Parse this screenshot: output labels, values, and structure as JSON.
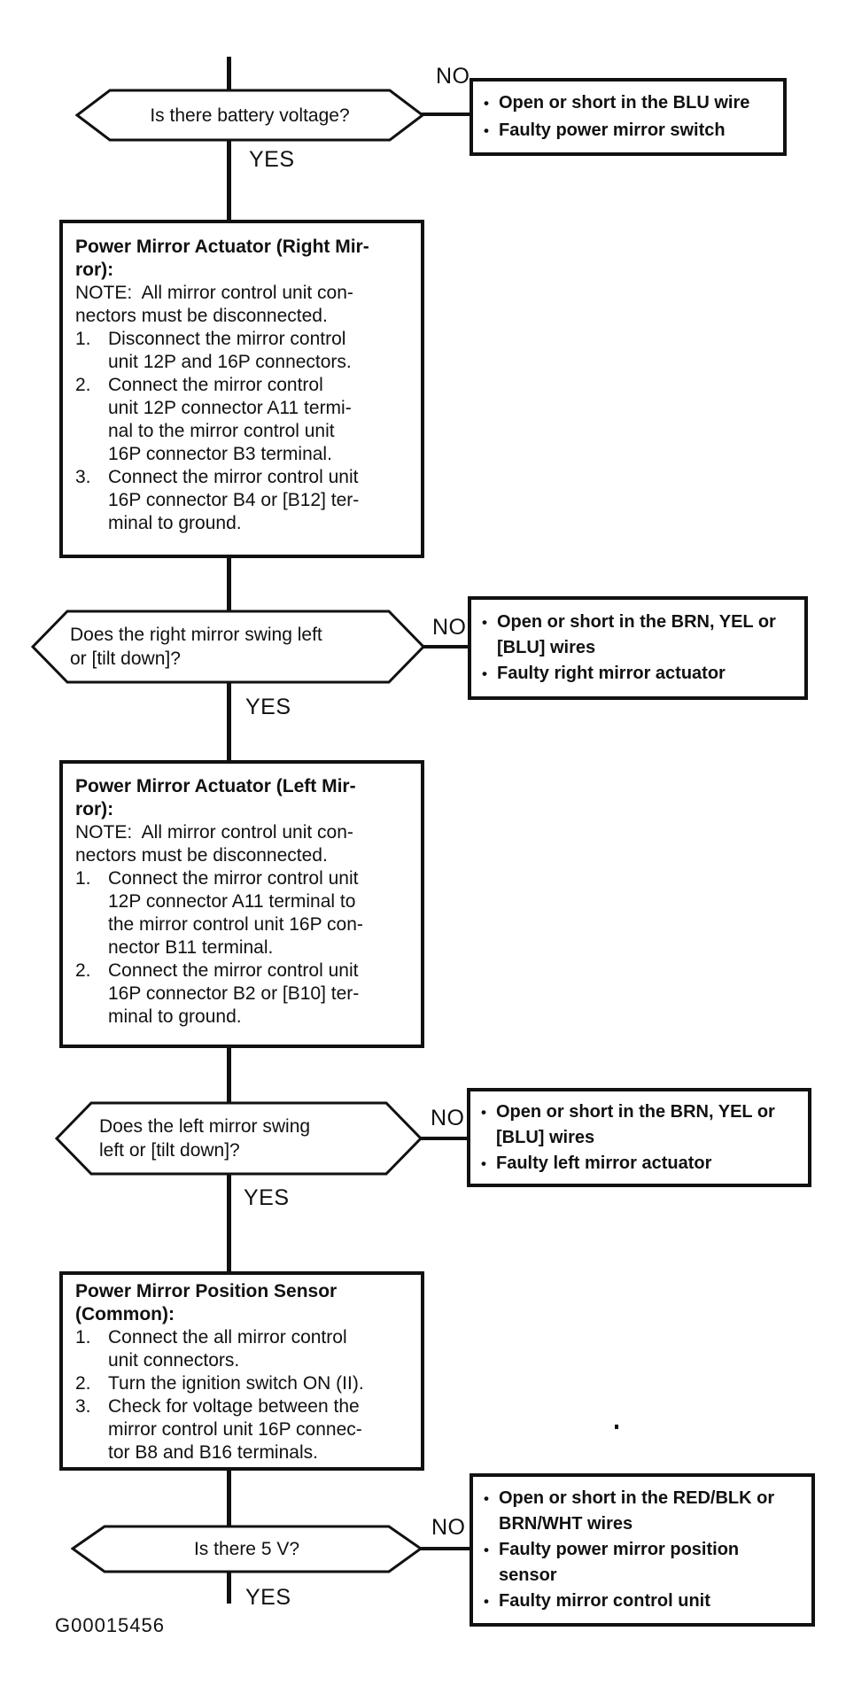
{
  "colors": {
    "ink": "#111111",
    "paper": "#ffffff"
  },
  "labels": {
    "yes": "YES",
    "no": "NO",
    "bullet": "•"
  },
  "footer": {
    "figure_id": "G00015456"
  },
  "decisions": {
    "d1": {
      "question": "Is there battery voltage?"
    },
    "d2": {
      "question": "Does the right mirror swing left\nor [tilt down]?"
    },
    "d3": {
      "question": "Does the left mirror swing\nleft or [tilt down]?"
    },
    "d4": {
      "question": "Is there 5 V?"
    }
  },
  "process_boxes": {
    "right_mirror": {
      "title": "Power Mirror Actuator (Right Mir-\nror):",
      "note": "NOTE:  All mirror control unit con-\nnectors must be disconnected.",
      "steps": [
        {
          "num": "1.",
          "text": "Disconnect the mirror control\nunit 12P and 16P connectors."
        },
        {
          "num": "2.",
          "text": "Connect the mirror control\nunit 12P connector A11 termi-\nnal to the mirror control unit\n16P connector B3 terminal."
        },
        {
          "num": "3.",
          "text": "Connect the mirror control unit\n16P connector B4 or [B12] ter-\nminal to ground."
        }
      ]
    },
    "left_mirror": {
      "title": "Power Mirror Actuator (Left Mir-\nror):",
      "note": "NOTE:  All mirror control unit con-\nnectors must be disconnected.",
      "steps": [
        {
          "num": "1.",
          "text": "Connect the mirror control unit\n12P connector A11 terminal to\nthe mirror control unit 16P con-\nnector B11 terminal."
        },
        {
          "num": "2.",
          "text": "Connect the mirror control unit\n16P connector B2 or [B10] ter-\nminal to ground."
        }
      ]
    },
    "position_sensor": {
      "title": "Power Mirror Position Sensor\n(Common):",
      "steps": [
        {
          "num": "1.",
          "text": "Connect the all mirror control\nunit connectors."
        },
        {
          "num": "2.",
          "text": "Turn the ignition switch ON (II)."
        },
        {
          "num": "3.",
          "text": "Check for voltage between the\nmirror control unit 16P connec-\ntor B8 and B16 terminals."
        }
      ]
    }
  },
  "result_boxes": {
    "r1": {
      "items": [
        {
          "text": "Open or short in the BLU wire"
        },
        {
          "text": "Faulty power mirror switch"
        }
      ]
    },
    "r2": {
      "items": [
        {
          "text": "Open or short in the BRN, YEL or\n[BLU] wires"
        },
        {
          "text": "Faulty right mirror actuator"
        }
      ]
    },
    "r3": {
      "items": [
        {
          "text": "Open or short in the BRN, YEL or\n[BLU] wires"
        },
        {
          "text": "Faulty left mirror actuator"
        }
      ]
    },
    "r4": {
      "items": [
        {
          "text": "Open or short in the RED/BLK or\nBRN/WHT wires"
        },
        {
          "text": "Faulty power mirror position\nsensor"
        },
        {
          "text": "Faulty mirror control unit"
        }
      ]
    }
  }
}
